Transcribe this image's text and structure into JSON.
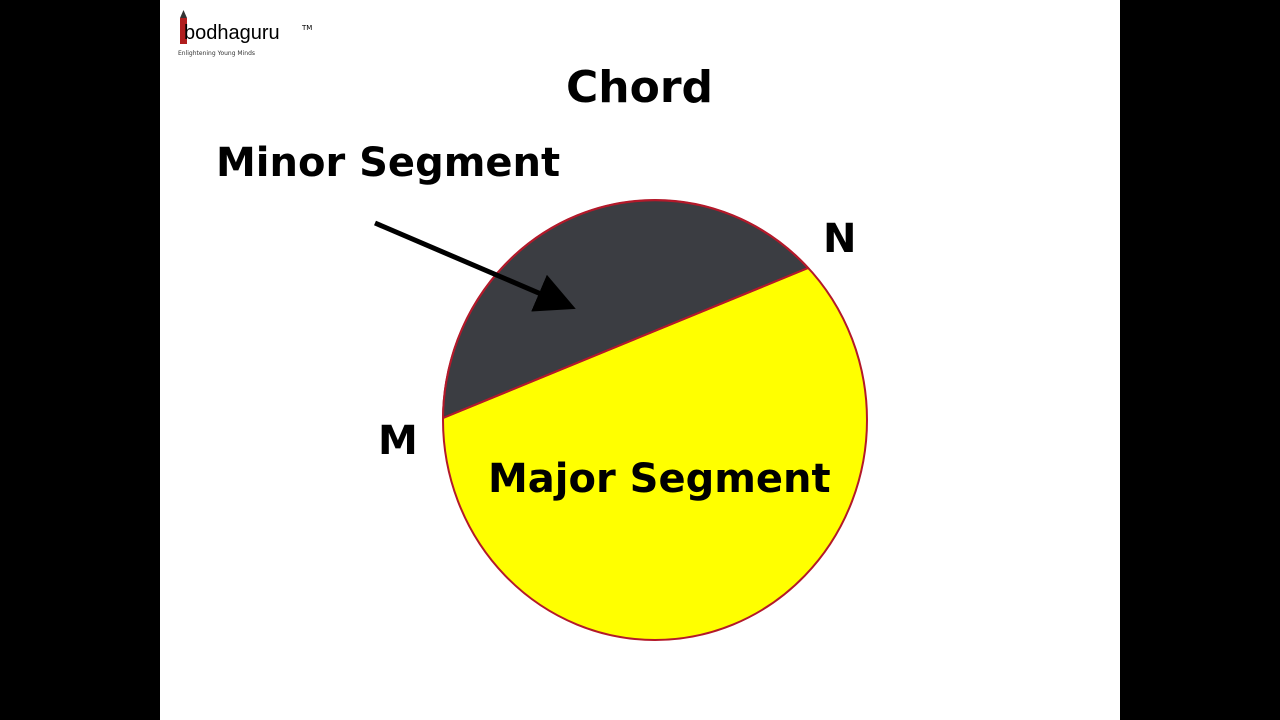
{
  "logo": {
    "brand": "bodhaguru",
    "tagline": "Enlightening Young Minds",
    "tm": "TM"
  },
  "diagram": {
    "title": "Chord",
    "minor_label": "Minor Segment",
    "major_label": "Major Segment",
    "point_m": "M",
    "point_n": "N",
    "colors": {
      "minor": "#3b3d42",
      "major": "#ffff00",
      "outline": "#b3192a"
    }
  }
}
